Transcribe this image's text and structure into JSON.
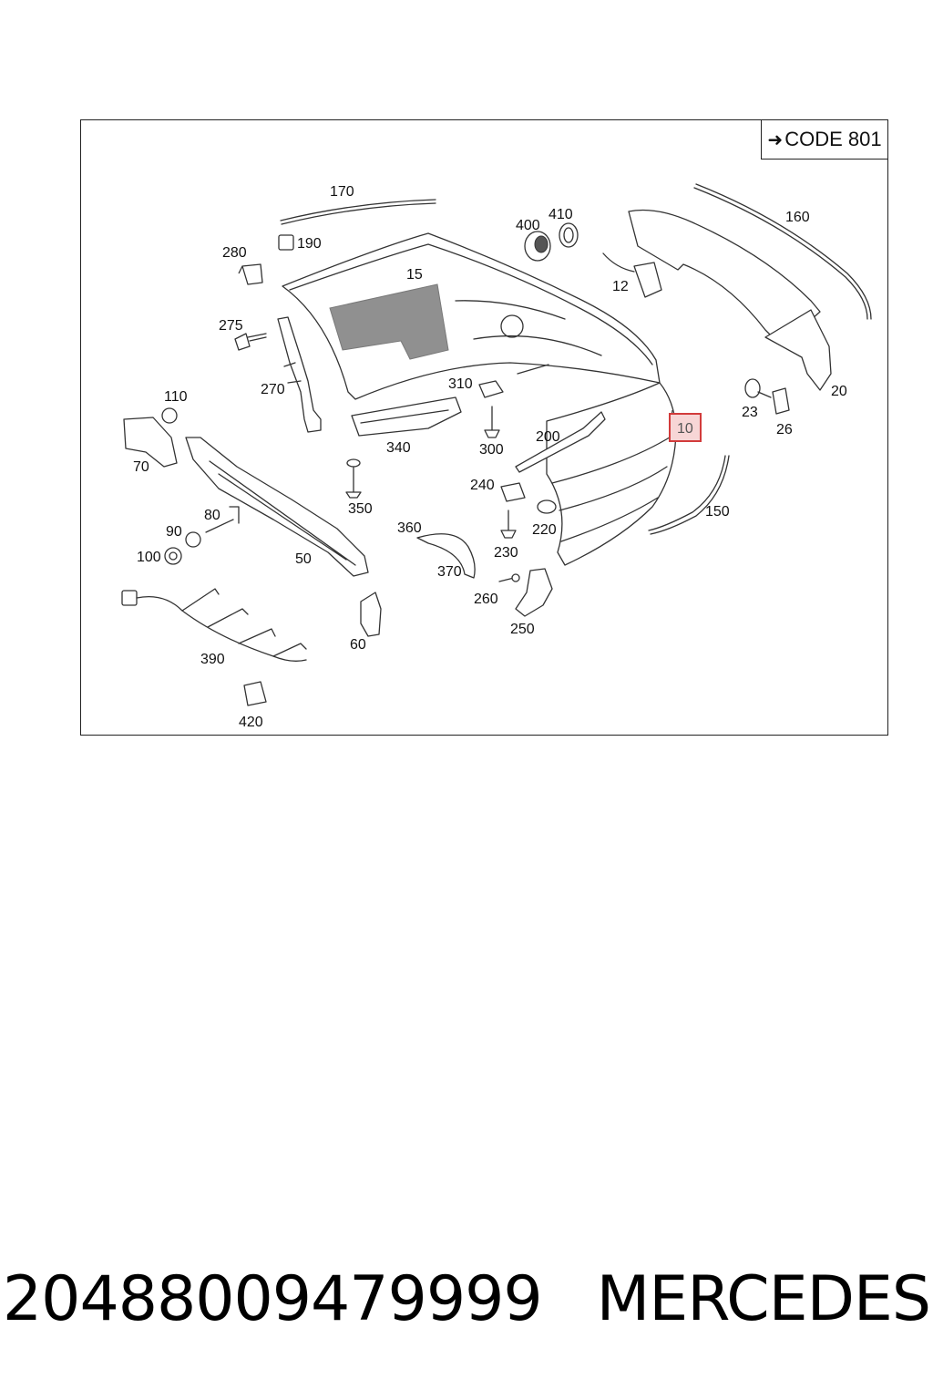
{
  "diagram": {
    "code_label": "CODE 801",
    "highlighted_label": "10",
    "labels": {
      "l170": "170",
      "l190": "190",
      "l280": "280",
      "l275": "275",
      "l270": "270",
      "l15": "15",
      "l400": "400",
      "l410": "410",
      "l160": "160",
      "l12": "12",
      "l20": "20",
      "l23": "23",
      "l26": "26",
      "l110": "110",
      "l70": "70",
      "l310": "310",
      "l300": "300",
      "l200": "200",
      "l340": "340",
      "l350": "350",
      "l240": "240",
      "l220": "220",
      "l150": "150",
      "l80": "80",
      "l90": "90",
      "l100": "100",
      "l50": "50",
      "l360": "360",
      "l230": "230",
      "l370": "370",
      "l260": "260",
      "l250": "250",
      "l390": "390",
      "l60": "60",
      "l420": "420"
    }
  },
  "footer": {
    "part_number": "20488009479999",
    "brand": "MERCEDES"
  },
  "colors": {
    "highlight_border": "#d23b3b",
    "highlight_fill": "#f7d6d6"
  }
}
